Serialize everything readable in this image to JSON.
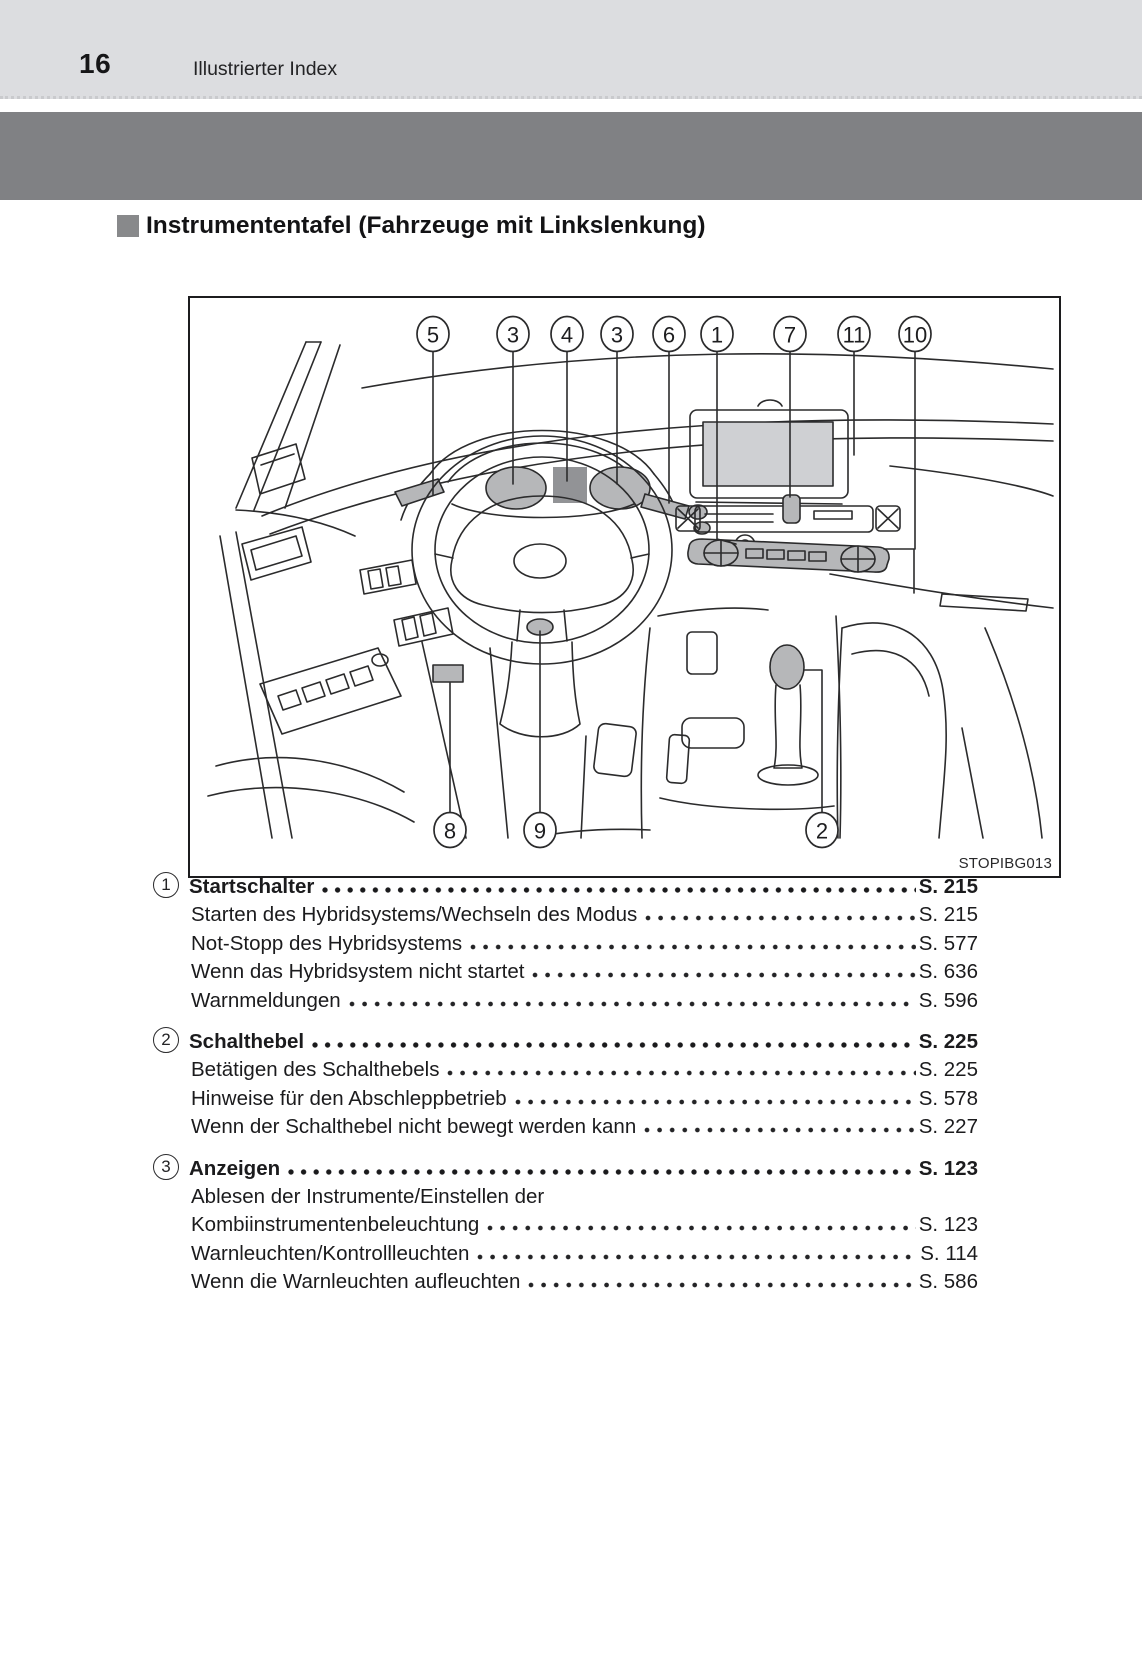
{
  "header": {
    "page_number": "16",
    "title": "Illustrierter Index"
  },
  "section": {
    "title": "Instrumententafel (Fahrzeuge mit Linkslenkung)"
  },
  "figure": {
    "code": "STOPIBG013",
    "top_callouts": [
      "5",
      "3",
      "4",
      "3",
      "6",
      "1",
      "7",
      "11",
      "10"
    ],
    "bottom_callouts": [
      "8",
      "9",
      "2"
    ]
  },
  "colors": {
    "banner": "#808184",
    "header_bg": "#dcdde0",
    "shade": "#b6b7b9",
    "shade_dark": "#929396",
    "screen": "#cfd0d3"
  },
  "index_items": [
    {
      "number": "1",
      "title": "Startschalter",
      "page": "S. 215",
      "subs": [
        {
          "label": "Starten des Hybridsystems/Wechseln des Modus",
          "page": "S. 215"
        },
        {
          "label": "Not-Stopp des Hybridsystems",
          "page": "S. 577"
        },
        {
          "label": "Wenn das Hybridsystem nicht startet",
          "page": "S. 636"
        },
        {
          "label": "Warnmeldungen",
          "page": "S. 596"
        }
      ]
    },
    {
      "number": "2",
      "title": "Schalthebel",
      "page": "S. 225",
      "subs": [
        {
          "label": "Betätigen des Schalthebels",
          "page": "S. 225"
        },
        {
          "label": "Hinweise für den Abschleppbetrieb",
          "page": "S. 578"
        },
        {
          "label": "Wenn der Schalthebel nicht bewegt werden kann",
          "page": "S. 227"
        }
      ]
    },
    {
      "number": "3",
      "title": "Anzeigen",
      "page": "S. 123",
      "subs": [
        {
          "label": "Ablesen der Instrumente/Einstellen der",
          "page": null
        },
        {
          "label": "Kombiinstrumentenbeleuchtung",
          "page": "S. 123"
        },
        {
          "label": "Warnleuchten/Kontrollleuchten",
          "page": "S. 114"
        },
        {
          "label": "Wenn die Warnleuchten aufleuchten",
          "page": "S. 586"
        }
      ]
    }
  ]
}
